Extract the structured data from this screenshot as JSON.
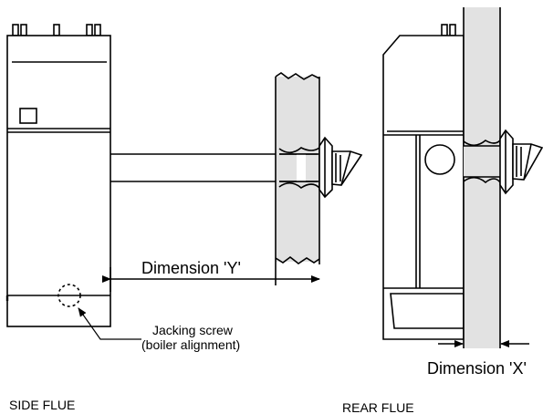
{
  "labels": {
    "dimension_y": "Dimension 'Y'",
    "dimension_x": "Dimension 'X'",
    "jacking_screw_line1": "Jacking  screw",
    "jacking_screw_line2": "(boiler alignment)",
    "side_flue": "SIDE FLUE",
    "rear_flue": "REAR FLUE"
  },
  "colors": {
    "wall_fill": "#e2e2e2",
    "line": "#000000",
    "background": "#ffffff"
  }
}
